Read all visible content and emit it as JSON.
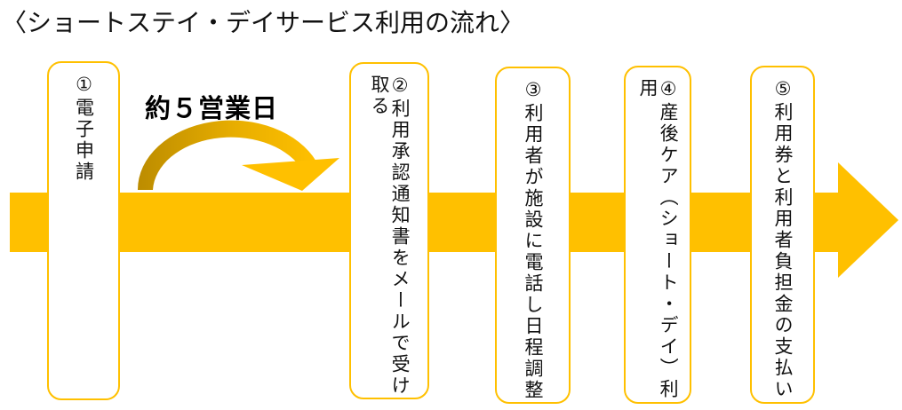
{
  "title": "〈ショートステイ・デイサービス利用の流れ〉",
  "annotation": {
    "label": "約５営業日"
  },
  "steps": [
    {
      "label": "①電子申請"
    },
    {
      "label": "②利用承認通知書をメールで受け取る"
    },
    {
      "label": "③利用者が施設に電話し日程調整"
    },
    {
      "label": "④産後ケア（ショート・デイ）利用"
    },
    {
      "label": "⑤利用券と利用者負担金の支払い"
    }
  ],
  "colors": {
    "accent": "#FFC000",
    "curve-dark": "#BC8C00",
    "text": "#111111"
  }
}
